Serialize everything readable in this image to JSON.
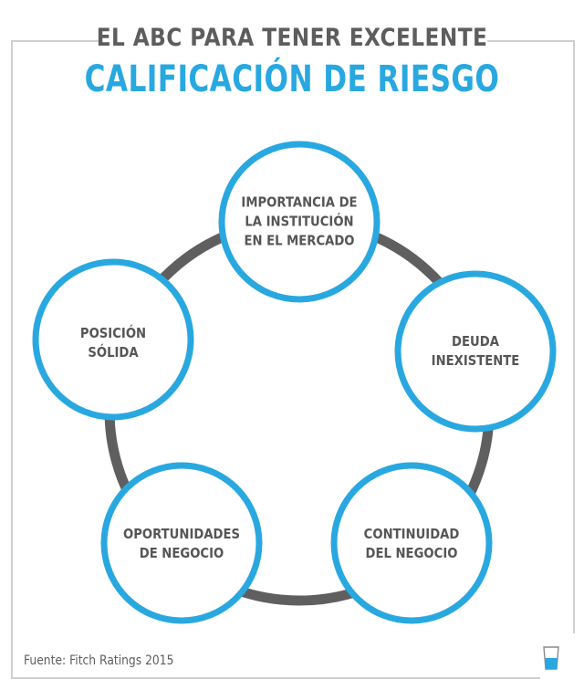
{
  "header": {
    "title_line1": "EL ABC PARA TENER EXCELENTE",
    "title_line2": "CALIFICACIÓN DE RIESGO"
  },
  "diagram": {
    "nodes": [
      {
        "label": "IMPORTANCIA DE\nLA INSTITUCIÓN\nEN EL MERCADO"
      },
      {
        "label": "DEUDA\nINEXISTENTE"
      },
      {
        "label": "CONTINUIDAD\nDEL NEGOCIO"
      },
      {
        "label": "OPORTUNIDADES\nDE NEGOCIO"
      },
      {
        "label": "POSICIÓN\nSÓLIDA"
      }
    ]
  },
  "footer": {
    "source": "Fuente: Fitch Ratings 2015"
  },
  "colors": {
    "accent_blue": "#29a8e0",
    "ring_gray": "#5f5f5f",
    "text_gray": "#565656"
  },
  "icons": {
    "logo": "glass-logo-icon"
  }
}
